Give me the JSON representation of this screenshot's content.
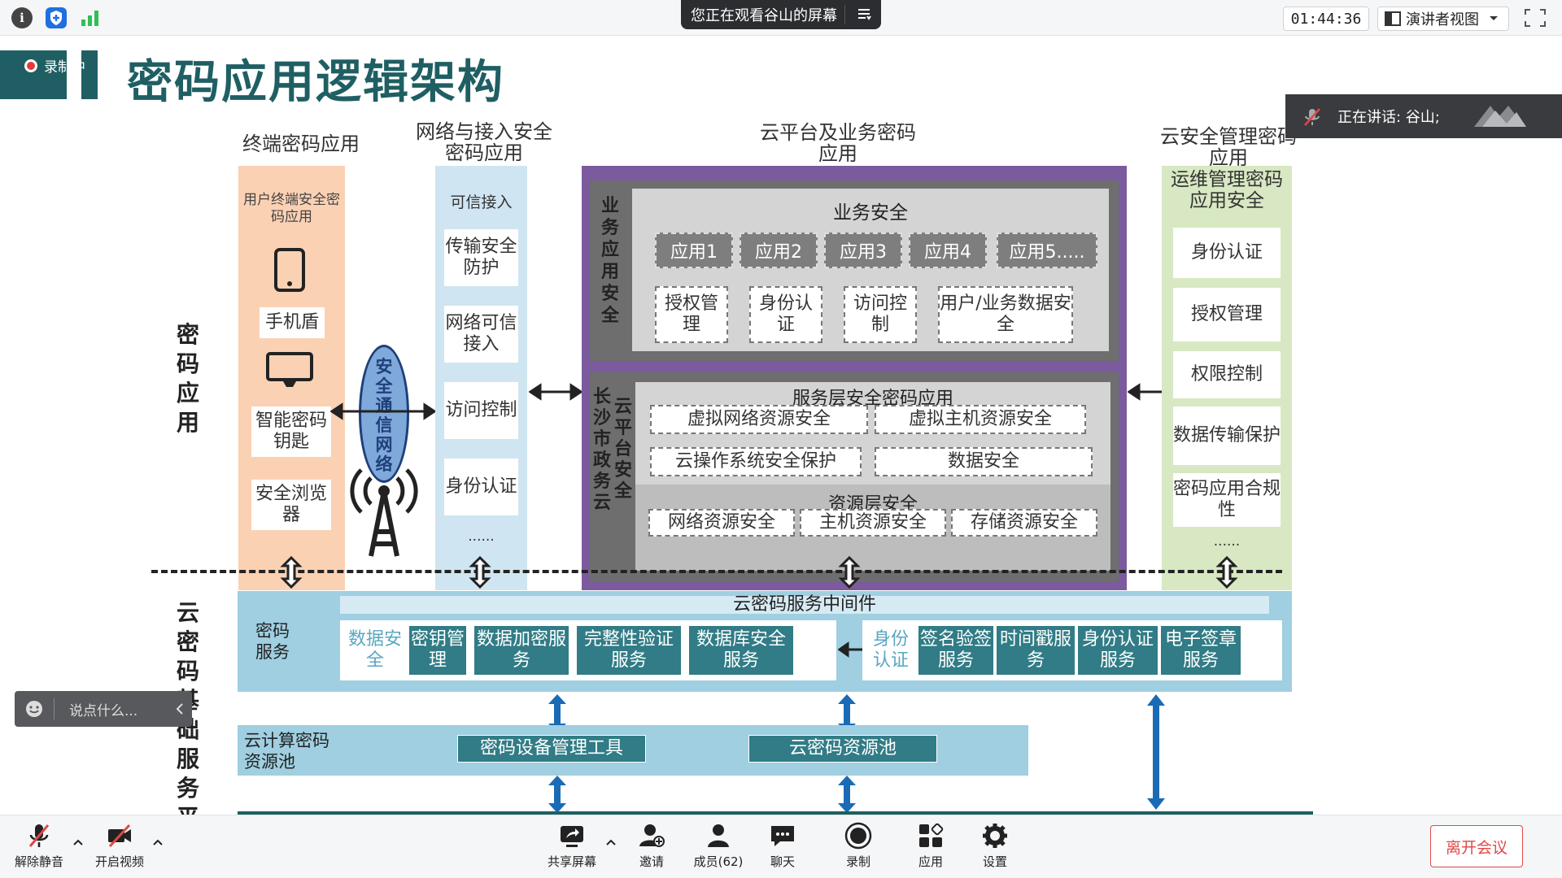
{
  "topbar": {
    "banner_text": "您正在观看谷山的屏幕",
    "time": "01:44:36",
    "view_label": "演讲者视图"
  },
  "recording_label": "录制中",
  "speaker_label": "正在讲话: 谷山;",
  "chat_placeholder": "说点什么...",
  "slide": {
    "title": "密码应用逻辑架构",
    "side_labels": {
      "top": "密码应用",
      "bottom": "云密码基础服务平"
    },
    "col1": {
      "header": "终端密码应用",
      "box_title": "用户终端安全密码应用",
      "items": [
        "手机盾",
        "智能密码钥匙",
        "安全浏览器"
      ]
    },
    "network_label": "安全通信网络",
    "col2": {
      "header": "网络与接入安全密码应用",
      "title": "可信接入",
      "items": [
        "传输安全防护",
        "网络可信接入",
        "访问控制",
        "身份认证"
      ],
      "more": "......"
    },
    "col3": {
      "header": "云平台及业务密码应用",
      "biz_side": "业务应用安全",
      "biz_title": "业务安全",
      "apps": [
        "应用1",
        "应用2",
        "应用3",
        "应用4",
        "应用5....."
      ],
      "biz_items": [
        "授权管理",
        "身份认证",
        "访问控制",
        "用户/业务数据安全"
      ],
      "cloud_side": "长沙市政务云",
      "cloud_side2": "云平台安全",
      "service_title": "服务层安全密码应用",
      "service_items": [
        "虚拟网络资源安全",
        "虚拟主机资源安全",
        "云操作系统安全保护",
        "数据安全"
      ],
      "resource_title": "资源层安全",
      "resource_items": [
        "网络资源安全",
        "主机资源安全",
        "存储资源安全"
      ]
    },
    "col4": {
      "header": "云安全管理密码应用",
      "title": "运维管理密码应用安全",
      "items": [
        "身份认证",
        "授权管理",
        "权限控制",
        "数据传输保护",
        "密码应用合规性"
      ],
      "more": "......"
    },
    "middleware": {
      "title": "云密码服务中间件",
      "label": "密码服务",
      "left_items": [
        "数据安全",
        "密钥管理",
        "数据加密服务",
        "完整性验证服务",
        "数据库安全服务"
      ],
      "right_items": [
        "身份认证",
        "签名验签服务",
        "时间戳服务",
        "身份认证服务",
        "电子签章服务"
      ]
    },
    "pool": {
      "label": "云计算密码资源池",
      "items": [
        "密码设备管理工具",
        "云密码资源池"
      ]
    }
  },
  "toolbar": {
    "mute": "解除静音",
    "video": "开启视频",
    "share": "共享屏幕",
    "invite": "邀请",
    "members": "成员(62)",
    "chat": "聊天",
    "record": "录制",
    "apps": "应用",
    "settings": "设置",
    "leave": "离开会议"
  },
  "colors": {
    "title": "#1f5f63",
    "orange_panel": "#fbd1b4",
    "blue_panel": "#cfe5f1",
    "green_panel": "#d7e8c2",
    "purple_frame": "#7b5a9e",
    "teal_box": "#317c86",
    "leave_red": "#e04848"
  }
}
